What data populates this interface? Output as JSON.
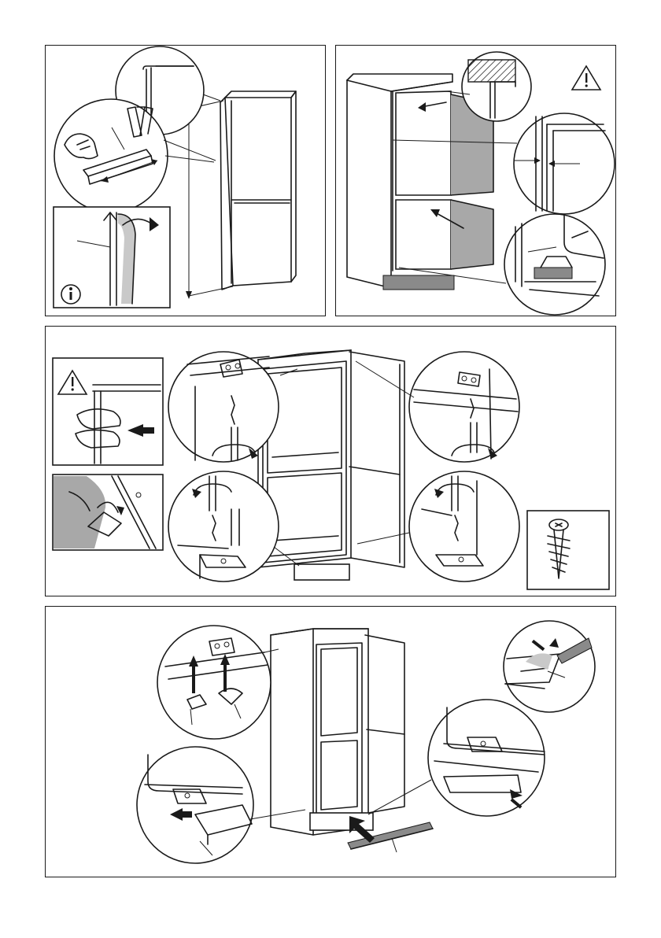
{
  "figure": {
    "panels": [
      {
        "id": "step-measure",
        "symbols": [
          "magnifier-detail",
          "folding-rule",
          "seal-strip",
          "info-icon"
        ]
      },
      {
        "id": "step-align",
        "symbols": [
          "warning-icon",
          "detail-top-gap",
          "detail-side-gap",
          "detail-hinge-bottom"
        ]
      },
      {
        "id": "step-fix",
        "symbols": [
          "warning-icon",
          "hand-push",
          "hand-bracket",
          "screw-top-left",
          "screw-top-right",
          "screw-bottom-left",
          "screw-bottom-right",
          "screw-icon"
        ]
      },
      {
        "id": "step-covers",
        "symbols": [
          "hinge-caps",
          "plinth-attach",
          "cutter-trim",
          "plinth-cover"
        ]
      }
    ],
    "colors": {
      "ink": "#1a1a1a",
      "shade": "#a8a8a8",
      "page": "#ffffff"
    }
  }
}
